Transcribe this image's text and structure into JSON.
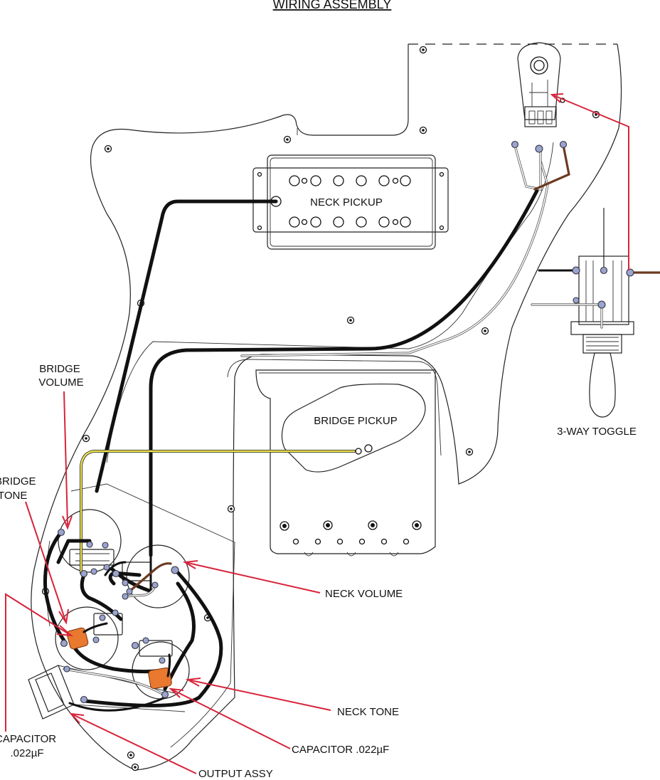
{
  "title": "WIRING ASSEMBLY",
  "labels": {
    "neck_pickup": "NECK PICKUP",
    "bridge_pickup": "BRIDGE PICKUP",
    "three_way_toggle": "3-WAY TOGGLE",
    "bridge_volume_line1": "BRIDGE",
    "bridge_volume_line2": "VOLUME",
    "bridge_tone_line1": "BRIDGE",
    "bridge_tone_line2": "TONE",
    "neck_volume": "NECK VOLUME",
    "neck_tone": "NECK TONE",
    "capacitor_left_line1": "CAPACITOR",
    "capacitor_left_line2": ".022µF",
    "capacitor_right": "CAPACITOR .022µF",
    "output_assy": "OUTPUT ASSY"
  },
  "colors": {
    "arrow": "#d8243b",
    "capacitor": "#e8792f",
    "solder_lug": "#9aa4cc",
    "wire_yellow": "#f2e64a",
    "wire_brown": "#6b3a22"
  }
}
